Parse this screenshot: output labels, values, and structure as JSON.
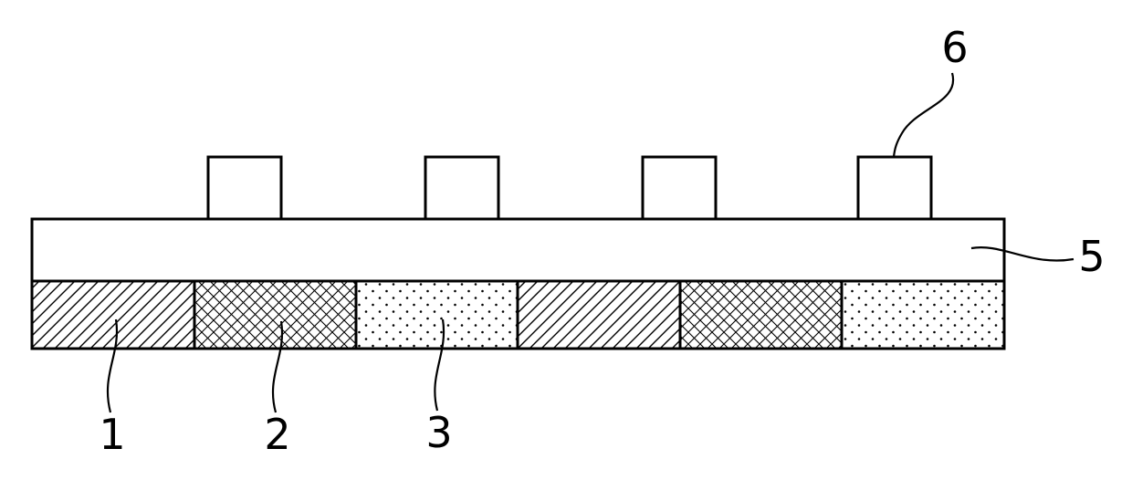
{
  "figure": {
    "type": "patent-cross-section-diagram",
    "background": "#ffffff",
    "line_color": "#000000",
    "labels": {
      "layer1": "1",
      "layer2": "2",
      "layer3": "3",
      "layer5": "5",
      "bump6": "6"
    },
    "segments": [
      {
        "ref": "1",
        "pattern": "diagonal-hatch"
      },
      {
        "ref": "2",
        "pattern": "cross-hatch"
      },
      {
        "ref": "3",
        "pattern": "dotted"
      },
      {
        "ref": "1",
        "pattern": "diagonal-hatch"
      },
      {
        "ref": "2",
        "pattern": "cross-hatch"
      },
      {
        "ref": "3",
        "pattern": "dotted"
      }
    ],
    "bump_count": 4
  }
}
